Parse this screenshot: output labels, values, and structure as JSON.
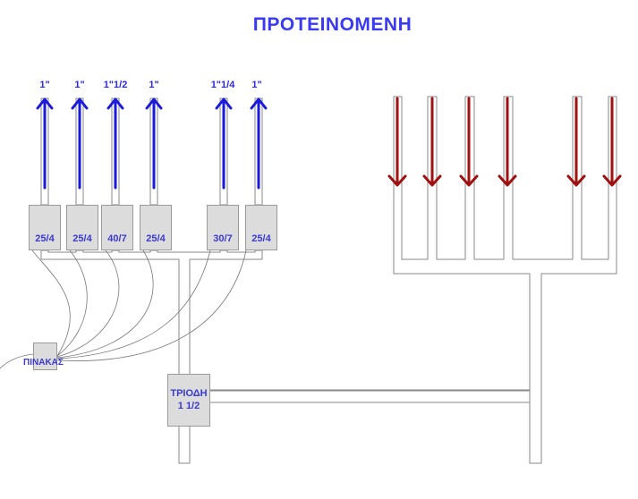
{
  "title": "ΠΡΟΤΕΙΝΟΜΕΝΗ",
  "supply_pipes": [
    {
      "size": "1\"",
      "pump": "25/4"
    },
    {
      "size": "1\"",
      "pump": "25/4"
    },
    {
      "size": "1\"1/2",
      "pump": "40/7"
    },
    {
      "size": "1\"",
      "pump": "25/4"
    },
    {
      "size": "1\"1/4",
      "pump": "30/7"
    },
    {
      "size": "1\"",
      "pump": "25/4"
    }
  ],
  "panel_label": "ΠΙΝΑΚΑΣ",
  "valve": {
    "line1": "ΤΡΙΟΔΗ",
    "line2": "1 1/2"
  },
  "colors": {
    "title": "#3a3af0",
    "supply_arrow": "#1a1ad8",
    "return_arrow": "#a01010",
    "pipe_outline": "#888888"
  }
}
